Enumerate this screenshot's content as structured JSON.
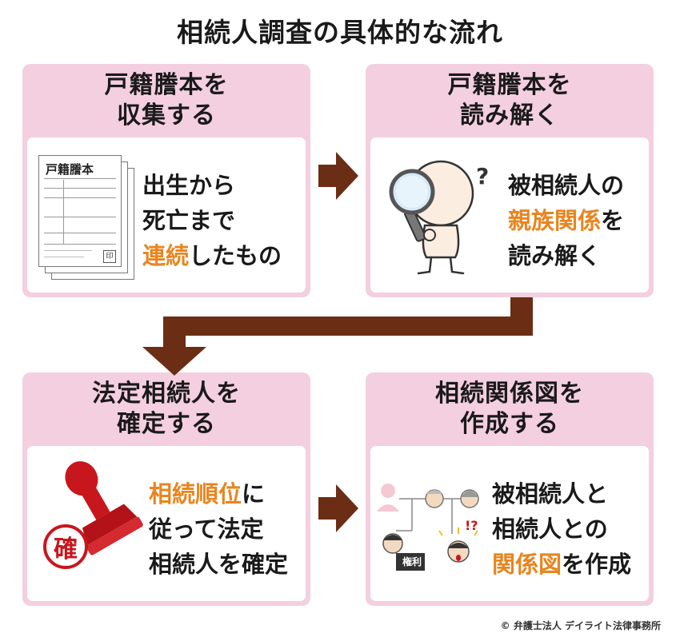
{
  "title": "相続人調査の具体的な流れ",
  "colors": {
    "card_header": "#f4cfe0",
    "arrow": "#6b2e15",
    "highlight": "#e8851f",
    "stamp_red": "#c8161d"
  },
  "steps": [
    {
      "heading": [
        "戸籍謄本を",
        "収集する"
      ],
      "body": [
        [
          "出生から"
        ],
        [
          "死亡まで"
        ],
        [
          {
            "t": "連続",
            "hl": true
          },
          {
            "t": "したもの"
          }
        ]
      ],
      "illustration": "document-stack-icon",
      "doc_title": "戸籍謄本",
      "doc_stamp": "印"
    },
    {
      "heading": [
        "戸籍謄本を",
        "読み解く"
      ],
      "body": [
        [
          "被相続人の"
        ],
        [
          {
            "t": "親族関係",
            "hl": true
          },
          {
            "t": "を"
          }
        ],
        [
          "読み解く"
        ]
      ],
      "illustration": "magnifier-person-icon",
      "question_mark": "?"
    },
    {
      "heading": [
        "法定相続人を",
        "確定する"
      ],
      "body": [
        [
          {
            "t": "相続順位",
            "hl": true
          },
          {
            "t": "に"
          }
        ],
        [
          "従って法定"
        ],
        [
          "相続人を確定"
        ]
      ],
      "illustration": "seal-stamp-icon",
      "stamp_char": "確"
    },
    {
      "heading": [
        "相続関係図を",
        "作成する"
      ],
      "body": [
        [
          "被相続人と"
        ],
        [
          "相続人との"
        ],
        [
          {
            "t": "関係図",
            "hl": true
          },
          {
            "t": "を作成"
          }
        ]
      ],
      "illustration": "family-tree-icon",
      "sign_text": "権利",
      "exclaim": "!?"
    }
  ],
  "copyright": "© 弁護士法人 デイライト法律事務所"
}
